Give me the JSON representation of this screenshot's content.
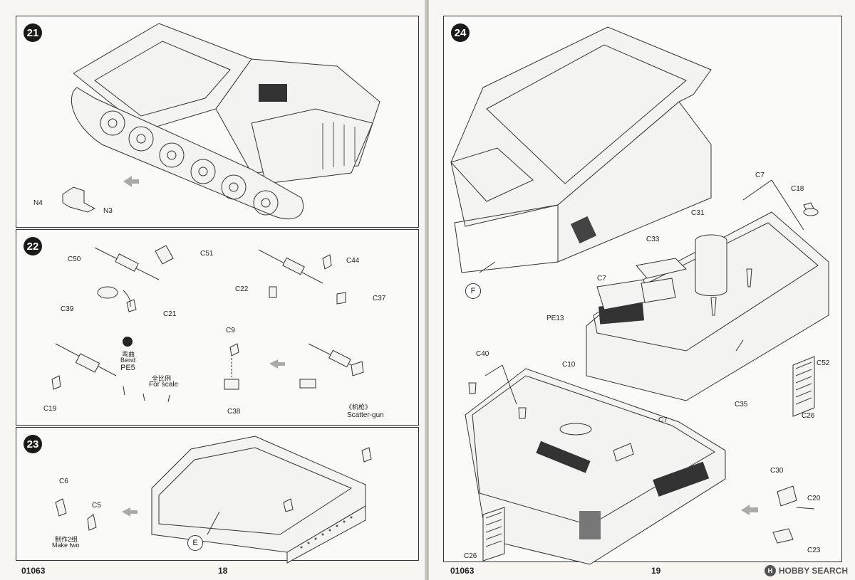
{
  "left_page": {
    "catalog_number": "01063",
    "page_number": "18",
    "steps": {
      "s21": {
        "number": "21",
        "parts": {
          "n4": "N4",
          "n3": "N3"
        }
      },
      "s22": {
        "number": "22",
        "parts": {
          "c50": "C50",
          "c51": "C51",
          "c39": "C39",
          "c21": "C21",
          "c44": "C44",
          "c22": "C22",
          "c37": "C37",
          "c9": "C9",
          "c38": "C38",
          "c19": "C19"
        },
        "bend_cn": "弯曲",
        "bend": "Bend",
        "pe5": "PE5",
        "scale_cn": "全比例",
        "scale": "For scale",
        "scatter_cn": "《机枪》",
        "scatter": "Scatter-gun"
      },
      "s23": {
        "number": "23",
        "parts": {
          "c6": "C6",
          "c5": "C5"
        },
        "make_two_cn": "制作2组",
        "make_two": "Make two",
        "callout_e": "E"
      }
    }
  },
  "right_page": {
    "catalog_number": "01063",
    "page_number": "19",
    "steps": {
      "s24": {
        "number": "24",
        "callout_f": "F",
        "parts": {
          "c7a": "C7",
          "c18": "C18",
          "c31": "C31",
          "c33": "C33",
          "c7b": "C7",
          "pe13": "PE13",
          "c40": "C40",
          "c10": "C10",
          "c52": "C52",
          "c35": "C35",
          "c7c": "C7",
          "c26a": "C26",
          "c30": "C30",
          "c20": "C20",
          "c26b": "C26",
          "c23": "C23"
        }
      }
    }
  },
  "watermark": {
    "logo": "H",
    "brand": "HOBBY SEARCH"
  },
  "colors": {
    "line": "#333333",
    "paper": "#f7f6f3",
    "arrow": "#aaaaaa"
  }
}
